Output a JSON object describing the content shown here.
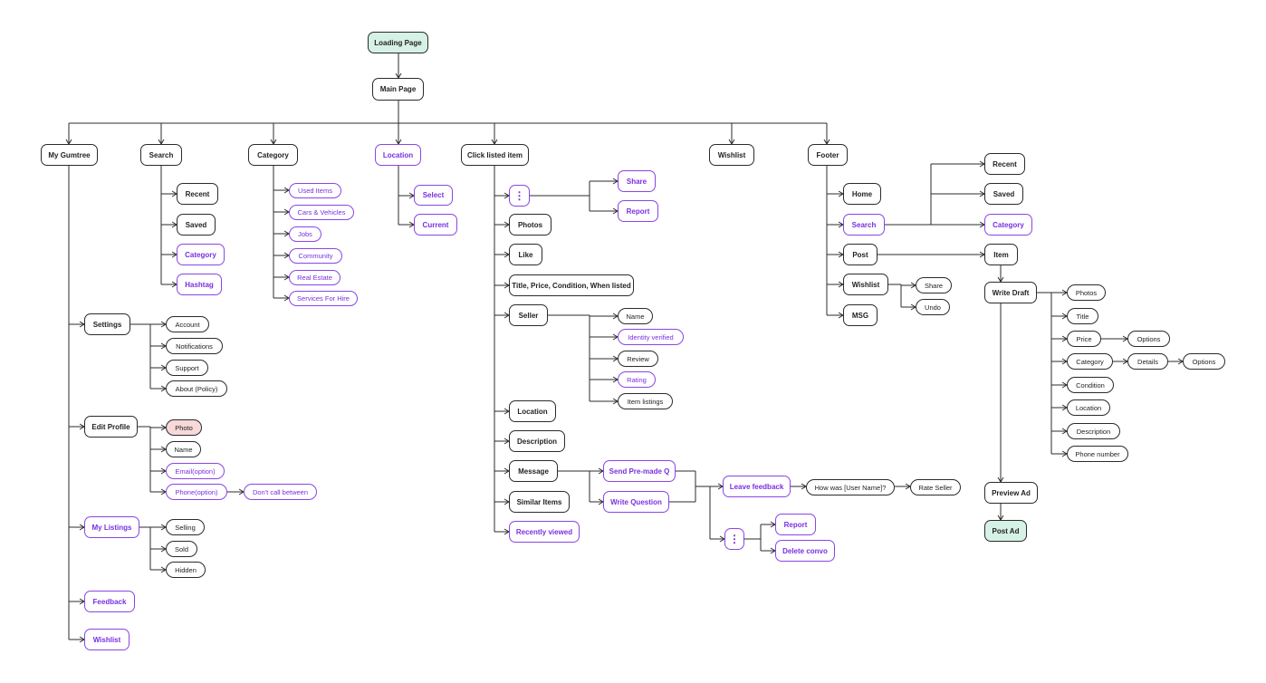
{
  "nodes": {
    "loading_page": "Loading Page",
    "main_page": "Main Page",
    "my_gumtree": "My Gumtree",
    "search": "Search",
    "category": "Category",
    "location": "Location",
    "click_listed_item": "Click listed item",
    "wishlist": "Wishlist",
    "footer": "Footer",
    "search_recent": "Recent",
    "search_saved": "Saved",
    "search_category": "Category",
    "search_hashtag": "Hashtag",
    "cat_used_items": "Used Items",
    "cat_cars_vehicles": "Cars & Vehicles",
    "cat_jobs": "Jobs",
    "cat_community": "Community",
    "cat_real_estate": "Real Estate",
    "cat_services": "Services For Hire",
    "loc_select": "Select",
    "loc_current": "Current",
    "settings": "Settings",
    "set_account": "Account",
    "set_notifications": "Notifications",
    "set_support": "Support",
    "set_about": "About (Policy)",
    "edit_profile": "Edit Profile",
    "ep_photo": "Photo",
    "ep_name": "Name",
    "ep_email": "Email(option)",
    "ep_phone": "Phone(option)",
    "ep_dont_call": "Don't call between",
    "my_listings": "My Listings",
    "ml_selling": "Selling",
    "ml_sold": "Sold",
    "ml_hidden": "Hidden",
    "mg_feedback": "Feedback",
    "mg_wishlist": "Wishlist",
    "item_more": "⋮",
    "item_share": "Share",
    "item_report": "Report",
    "item_photos": "Photos",
    "item_like": "Like",
    "item_title_price": "Title, Price, Condition, When listed",
    "item_seller": "Seller",
    "seller_name": "Name",
    "seller_identity": "Identity verified",
    "seller_review": "Review",
    "seller_rating": "Rating",
    "seller_item_listings": "Item listings",
    "item_location": "Location",
    "item_description": "Description",
    "item_message": "Message",
    "item_similar": "Similar Items",
    "item_recently_viewed": "Recently viewed",
    "msg_send_premade": "Send Pre-made Q",
    "msg_write_question": "Write Question",
    "msg_leave_feedback": "Leave feedback",
    "msg_how_was": "How was [User Name]?",
    "msg_rate_seller": "Rate Seller",
    "msg_more": "⋮",
    "msg_report": "Report",
    "msg_delete_convo": "Delete convo",
    "footer_home": "Home",
    "footer_search": "Search",
    "footer_post": "Post",
    "footer_wishlist": "Wishlist",
    "footer_msg": "MSG",
    "fs_recent": "Recent",
    "fs_saved": "Saved",
    "fs_category": "Category",
    "fw_share": "Share",
    "fw_undo": "Undo",
    "post_item": "Item",
    "write_draft": "Write Draft",
    "wd_photos": "Photos",
    "wd_title": "Title",
    "wd_price": "Price",
    "wd_price_options": "Options",
    "wd_category": "Category",
    "wd_details": "Details",
    "wd_details_options": "Options",
    "wd_condition": "Condition",
    "wd_location": "Location",
    "wd_description": "Description",
    "wd_phone": "Phone number",
    "preview_ad": "Preview Ad",
    "post_ad": "Post Ad"
  },
  "colors": {
    "line": "#2b2b2b",
    "purple": "#7a2fe0",
    "green_fill": "#d6f1e6",
    "pink_fill": "#f8d8d8"
  }
}
